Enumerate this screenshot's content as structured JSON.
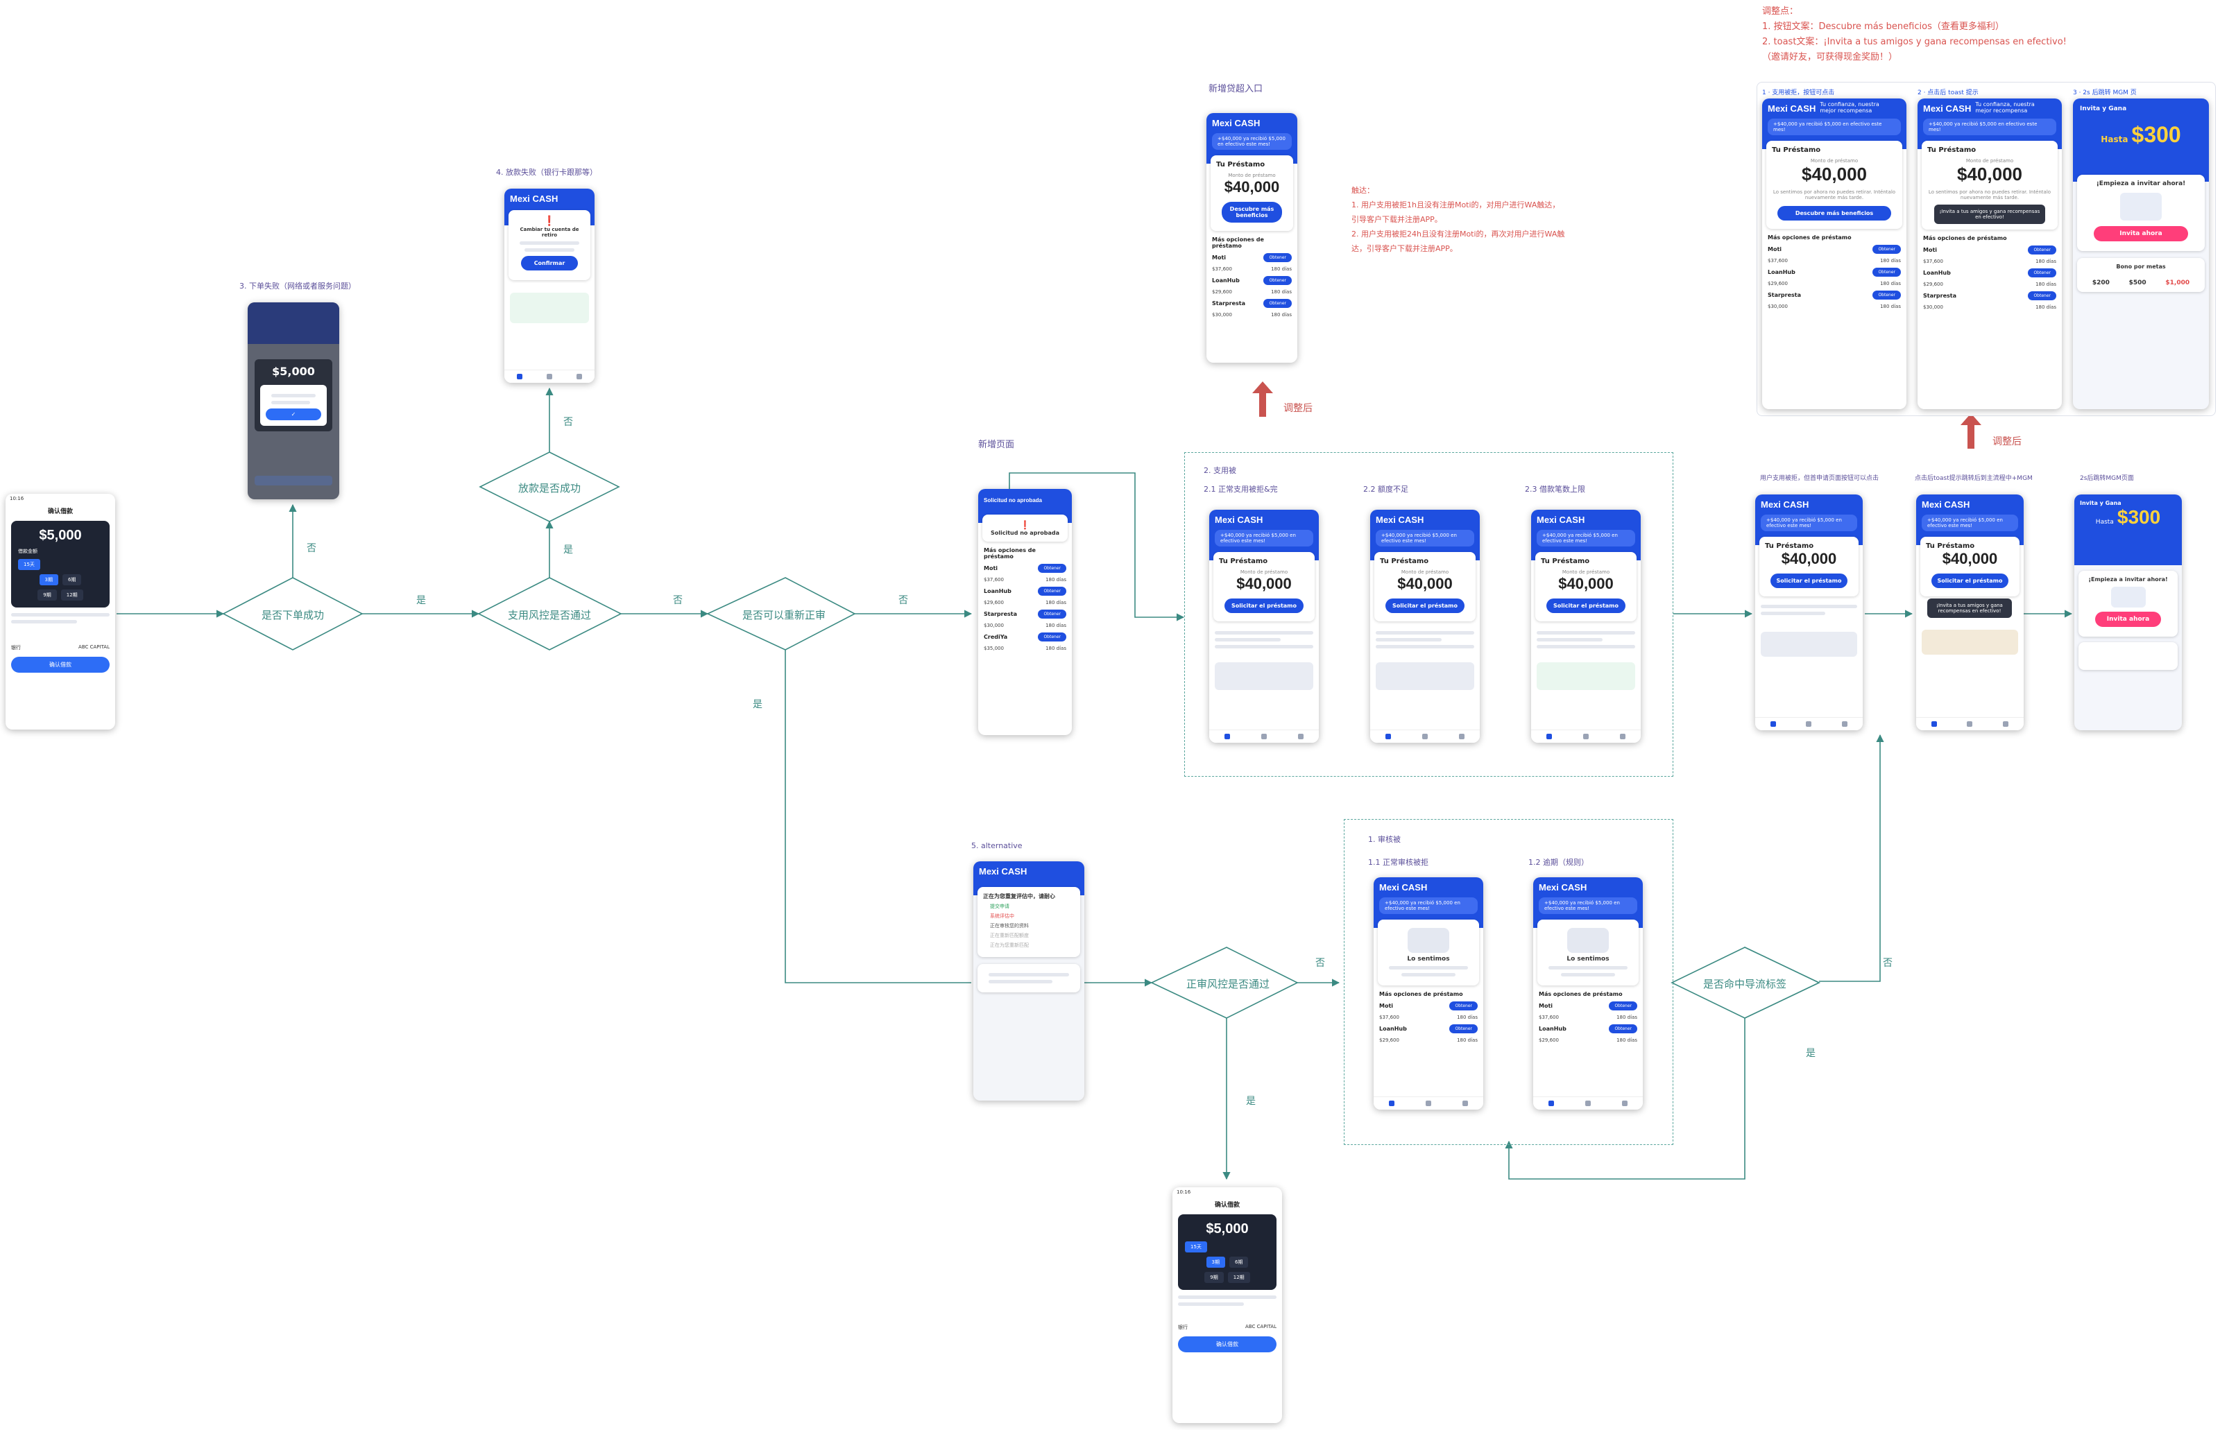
{
  "diamonds": {
    "order_ok": "是否下单成功",
    "risk_ok": "支用风控是否通过",
    "retry": "是否可以重新正审",
    "payout_ok": "放款是否成功",
    "main_risk": "正审风控是否通过",
    "hit_diversion": "是否命中导流标签"
  },
  "edge_labels": {
    "yes": "是",
    "no": "否"
  },
  "captions": {
    "order_fail": "3. 下单失败（网络或者服务问题）",
    "payout_fail": "4. 放款失败（银行卡跟那等）",
    "new_entry": "新增贷超入口",
    "new_page": "新增页面",
    "group_rejected": "2. 支用被",
    "rej_21": "2.1 正常支用被拒&完",
    "rej_22": "2.2 额度不足",
    "rej_23": "2.3 借款笔数上限",
    "alternative": "5. alternative",
    "group_audit": "1. 审核被",
    "audit_11": "1.1 正常审核被拒",
    "audit_12": "1.2 逾期（规则）",
    "adjusted": "调整后",
    "adjusted2": "调整后",
    "right_cap1": "用户支用被拒，但首申请页面按钮可以点击",
    "right_cap2": "点击后toast提示跳转后到主流程中+MGM",
    "right_cap3": "2s后跳转MGM页面",
    "top_cap1": "1 · 支用被拒，按钮可点击",
    "top_cap2": "2 · 点击后 toast 提示",
    "top_cap3": "3 · 2s 后跳转 MGM 页"
  },
  "notes": {
    "traffic": "触达：\n1. 用户支用被拒1h且没有注册Moti的，对用户进行WA触达，引导客户下载并注册APP。\n2. 用户支用被拒24h且没有注册Moti的，再次对用户进行WA触达，引导客户下载并注册APP。",
    "adjust": "调整点：\n1. 按钮文案：Descubre más beneficios（查看更多福利）\n2. toast文案：¡Invita a tus amigos y gana recompensas en efectivo!\n（邀请好友，可获得现金奖励！）"
  },
  "phone": {
    "logo": "Mexi CASH",
    "slogan": "Tu confianza, nuestra mejor recompensa",
    "banner": "+$40,000 ya recibió $5,000 en efectivo este mes!",
    "loan_title": "Tu Préstamo",
    "amount_label": "Monto de préstamo",
    "amount": "$40,000",
    "amount_note": "Lo sentimos por ahora no puedes retirar. Inténtalo nuevamente más tarde.",
    "btn_solicitar": "Solicitar el préstamo",
    "btn_descubre": "Descubre más beneficios",
    "btn_confirm": "Confirmar",
    "more_options": "Más opciones de préstamo",
    "obtener": "Obtener",
    "lenders": [
      {
        "name": "Moti",
        "max": "$37,600",
        "plazo": "180 días"
      },
      {
        "name": "LoanHub",
        "max": "$29,600",
        "plazo": "180 días"
      },
      {
        "name": "Starpresta",
        "max": "$30,000",
        "plazo": "180 días"
      },
      {
        "name": "CrediYa",
        "max": "$35,000",
        "plazo": "180 días"
      }
    ],
    "solicitud_title": "Solicitud no aprobada",
    "lo_sentimos": "Lo sentimos",
    "toast": "¡Invita a tus amigos y gana recompensas en efectivo!",
    "invite_title": "Invita y Gana",
    "invite_hasta": "Hasta",
    "invite_amount": "$300",
    "invite_cta": "¡Empieza a invitar ahora!",
    "invite_btn": "Invita ahora",
    "bono": "Bono por metas",
    "bonos": [
      "$200",
      "$500",
      "$1,000"
    ],
    "confirm_title": "确认借款",
    "confirm_amount": "$5,000",
    "confirm_btn": "确认借款",
    "confirm_label1": "借款金额",
    "confirm_tab": "15天",
    "confirm_terms": [
      "3期",
      "6期",
      "9期",
      "12期"
    ],
    "bank": "ABC CAPITAL",
    "fail_msg": "Cambiar tu cuenta de retiro",
    "alt_title": "正在为您重复评估中，请耐心",
    "alt_steps": [
      "提交申请",
      "系统评估中",
      "正在审核您的资料",
      "正在重新匹配额度",
      "正在为您重新匹配"
    ]
  }
}
